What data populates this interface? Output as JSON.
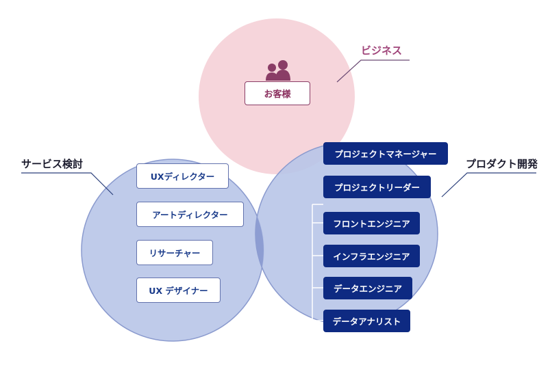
{
  "colors": {
    "business_circle": "#f6d5db",
    "service_circle": "#b8c5e8",
    "product_circle": "#b8c5e8",
    "overlap": "#8d9dd2",
    "outline_box_text": "#1a3b8a",
    "solid_box_bg": "#0e2a82",
    "business_label": "#a0457a"
  },
  "business": {
    "label": "ビジネス",
    "icon": "people-icon",
    "customer_label": "お客様"
  },
  "service": {
    "label": "サービス検討",
    "roles": [
      "UXディレクター",
      "アートディレクター",
      "リサーチャー",
      "UX デザイナー"
    ]
  },
  "product": {
    "label": "プロダクト開発",
    "roles": [
      "プロジェクトマネージャー",
      "プロジェクトリーダー",
      "フロントエンジニア",
      "インフラエンジニア",
      "データエンジニア",
      "データアナリスト"
    ]
  }
}
